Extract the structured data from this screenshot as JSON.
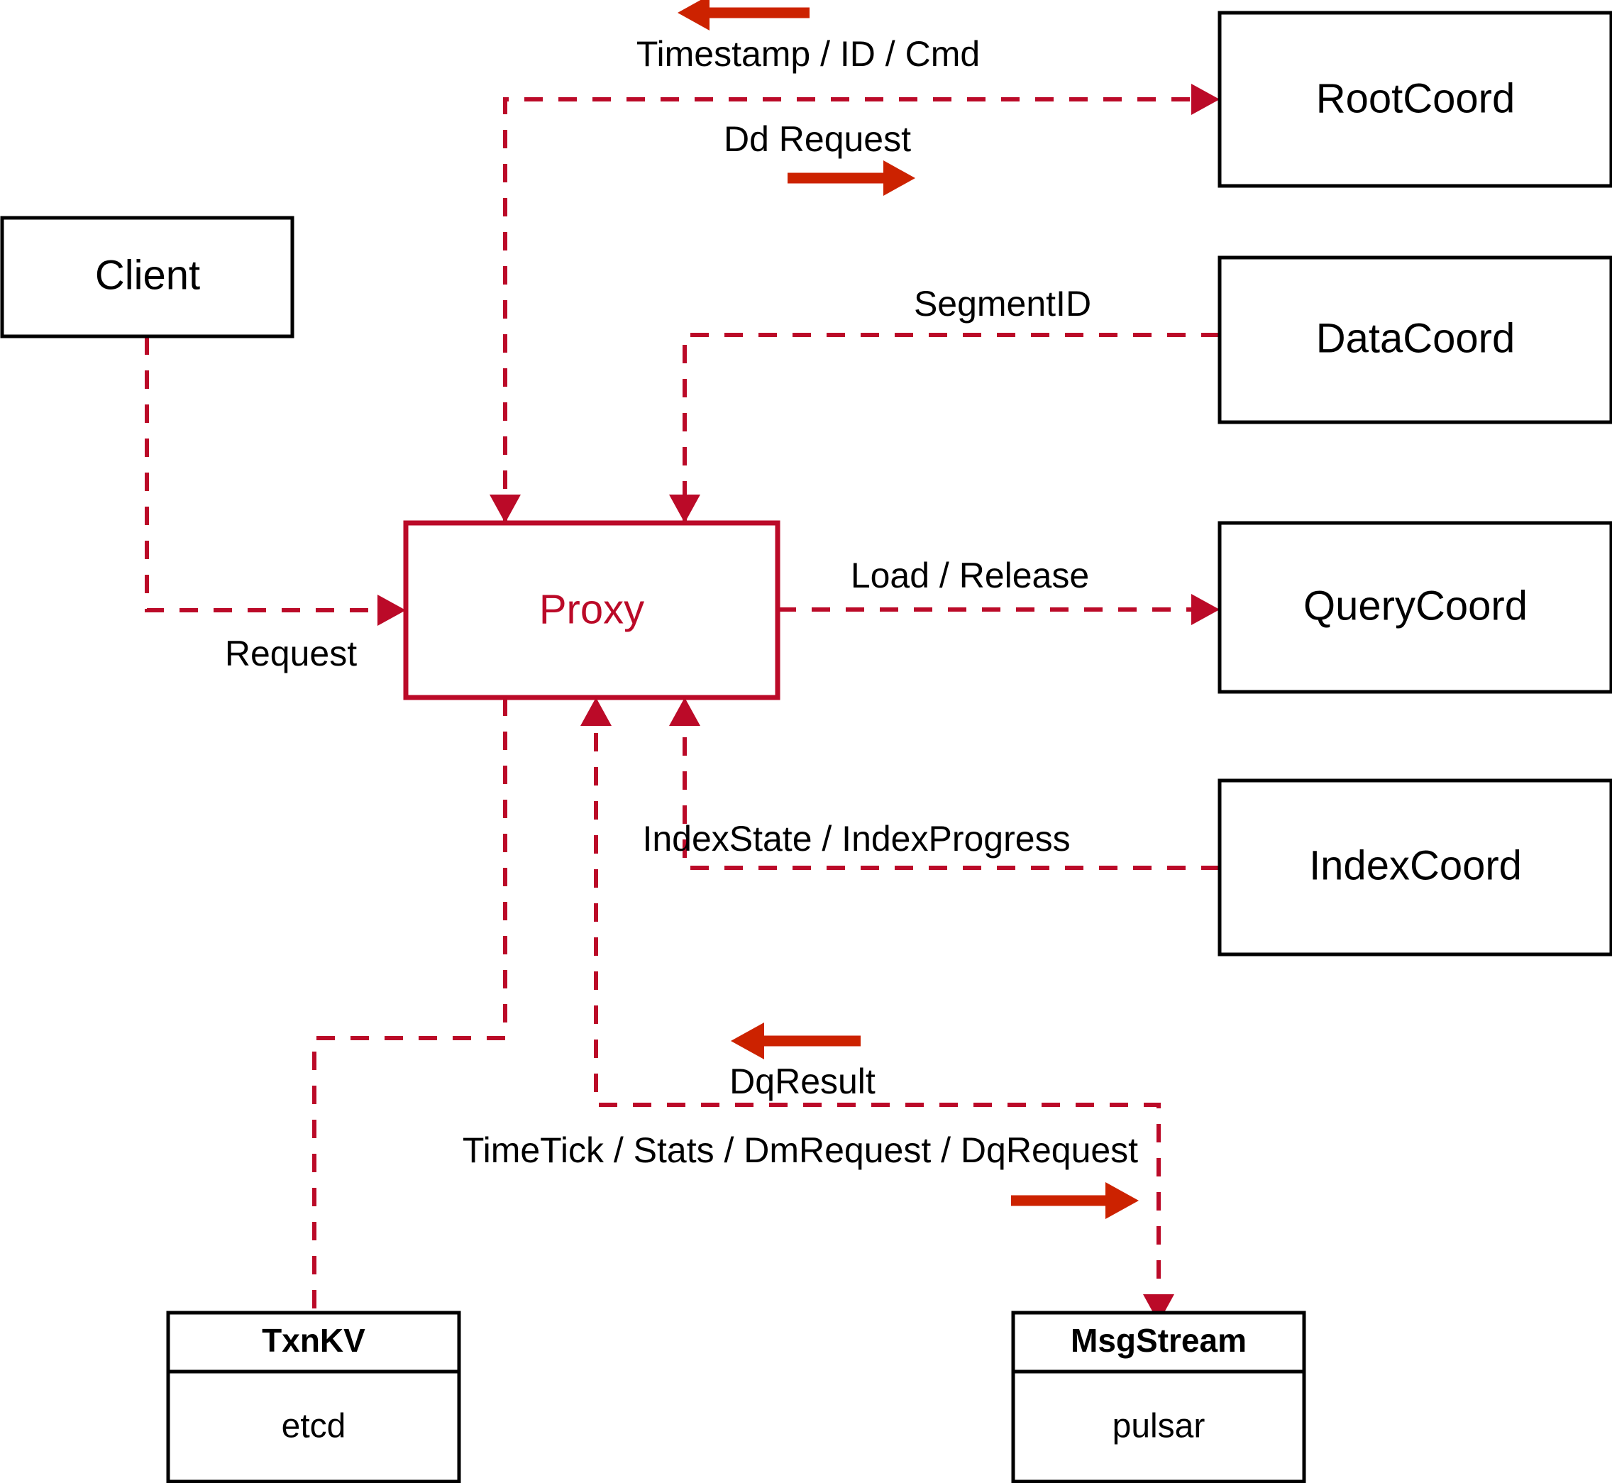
{
  "diagram": {
    "title": "Milvus Proxy architecture",
    "colors": {
      "flow": "#bb0a28",
      "arrow": "#cc2200",
      "box_stroke": "#000000",
      "background": "#ffffff"
    },
    "nodes": [
      {
        "id": "client",
        "label": "Client"
      },
      {
        "id": "proxy",
        "label": "Proxy"
      },
      {
        "id": "rootcoord",
        "label": "RootCoord"
      },
      {
        "id": "datacoord",
        "label": "DataCoord"
      },
      {
        "id": "querycoord",
        "label": "QueryCoord"
      },
      {
        "id": "indexcoord",
        "label": "IndexCoord"
      },
      {
        "id": "txnkv",
        "label": "TxnKV",
        "sublabel": "etcd"
      },
      {
        "id": "msgstream",
        "label": "MsgStream",
        "sublabel": "pulsar"
      }
    ],
    "edge_labels": {
      "timestamp_id_cmd": "Timestamp / ID / Cmd",
      "dd_request": "Dd Request",
      "segment_id": "SegmentID",
      "request": "Request",
      "load_release": "Load / Release",
      "index_state_progress": "IndexState / IndexProgress",
      "dq_result": "DqResult",
      "timetick_stats": "TimeTick / Stats / DmRequest / DqRequest"
    }
  }
}
